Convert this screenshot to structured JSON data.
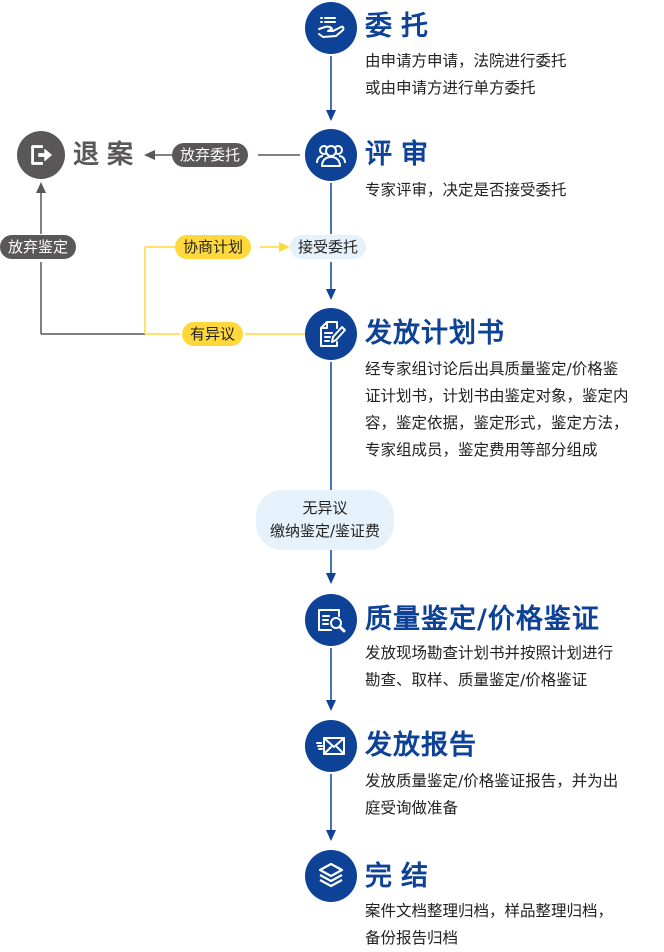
{
  "colors": {
    "primary": "#0d4297",
    "exit_grey": "#595757",
    "highlight_yellow": "#ffd93b",
    "light_blue": "#e5f2fc"
  },
  "steps": [
    {
      "icon": "hand-holding-list-icon",
      "title": "委托",
      "desc_lines": [
        "由申请方申请，法院进行委托",
        "或由申请方进行单方委托"
      ]
    },
    {
      "icon": "users-group-icon",
      "title": "评审",
      "desc_lines": [
        "专家评审，决定是否接受委托"
      ]
    },
    {
      "icon": "document-edit-icon",
      "title": "发放计划书",
      "desc_lines": [
        "经专家组讨论后出具质量鉴定/价格鉴",
        "证计划书，计划书由鉴定对象，鉴定内",
        "容，鉴定依据，鉴定形式，鉴定方法，",
        "专家组成员，鉴定费用等部分组成"
      ]
    },
    {
      "icon": "document-search-icon",
      "title": "质量鉴定/价格鉴证",
      "desc_lines": [
        "发放现场勘查计划书并按照计划进行",
        "勘查、取样、质量鉴定/价格鉴证"
      ]
    },
    {
      "icon": "envelope-send-icon",
      "title": "发放报告",
      "desc_lines": [
        "发放质量鉴定/价格鉴证报告，并为出",
        "庭受询做准备"
      ]
    },
    {
      "icon": "layers-stack-icon",
      "title": "完结",
      "desc_lines": [
        "案件文档整理归档，样品整理归档，",
        "备份报告归档"
      ]
    }
  ],
  "exit": {
    "icon": "exit-arrow-icon",
    "title": "退案"
  },
  "labels": {
    "abandon_commission": "放弃委托",
    "abandon_appraisal": "放弃鉴定",
    "negotiate_plan": "协商计划",
    "accept_commission": "接受委托",
    "objection": "有异议",
    "no_objection_line1": "无异议",
    "no_objection_line2": "缴纳鉴定/鉴证费"
  }
}
